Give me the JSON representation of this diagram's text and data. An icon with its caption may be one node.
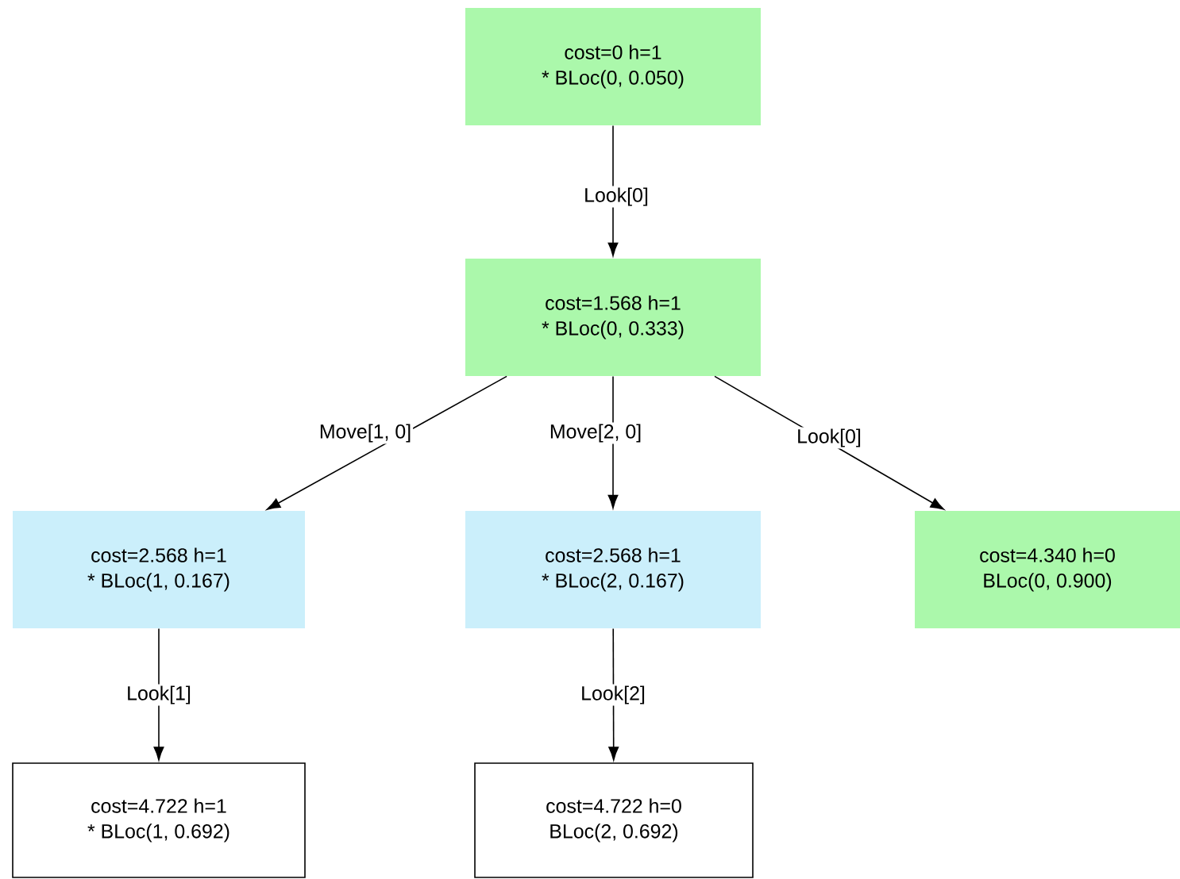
{
  "diagram": {
    "nodes": [
      {
        "text": [
          "cost=0 h=1",
          "* BLoc(0, 0.050)"
        ]
      },
      {
        "text": [
          "cost=1.568 h=1",
          "* BLoc(0, 0.333)"
        ]
      },
      {
        "text": [
          "cost=2.568 h=1",
          "* BLoc(1, 0.167)"
        ]
      },
      {
        "text": [
          "cost=2.568 h=1",
          "* BLoc(2, 0.167)"
        ]
      },
      {
        "text": [
          "cost=4.340 h=0",
          "BLoc(0, 0.900)"
        ]
      },
      {
        "text": [
          "cost=4.722 h=1",
          "* BLoc(1, 0.692)"
        ]
      },
      {
        "text": [
          "cost=4.722 h=0",
          "BLoc(2, 0.692)"
        ]
      }
    ],
    "edges": [
      {
        "from": 0,
        "to": 1,
        "arrow": "to",
        "label": "Look[0]"
      },
      {
        "from": 1,
        "to": 2,
        "arrow": "to",
        "label": "Move[1, 0]"
      },
      {
        "from": 1,
        "to": 3,
        "arrow": "to",
        "label": "Move[2, 0]"
      },
      {
        "from": 1,
        "to": 4,
        "arrow": "to",
        "label": "Look[0]"
      },
      {
        "from": 2,
        "to": 5,
        "arrow": "to",
        "label": "Look[1]"
      },
      {
        "from": 3,
        "to": 6,
        "arrow": "to",
        "label": "Look[2]"
      }
    ]
  }
}
